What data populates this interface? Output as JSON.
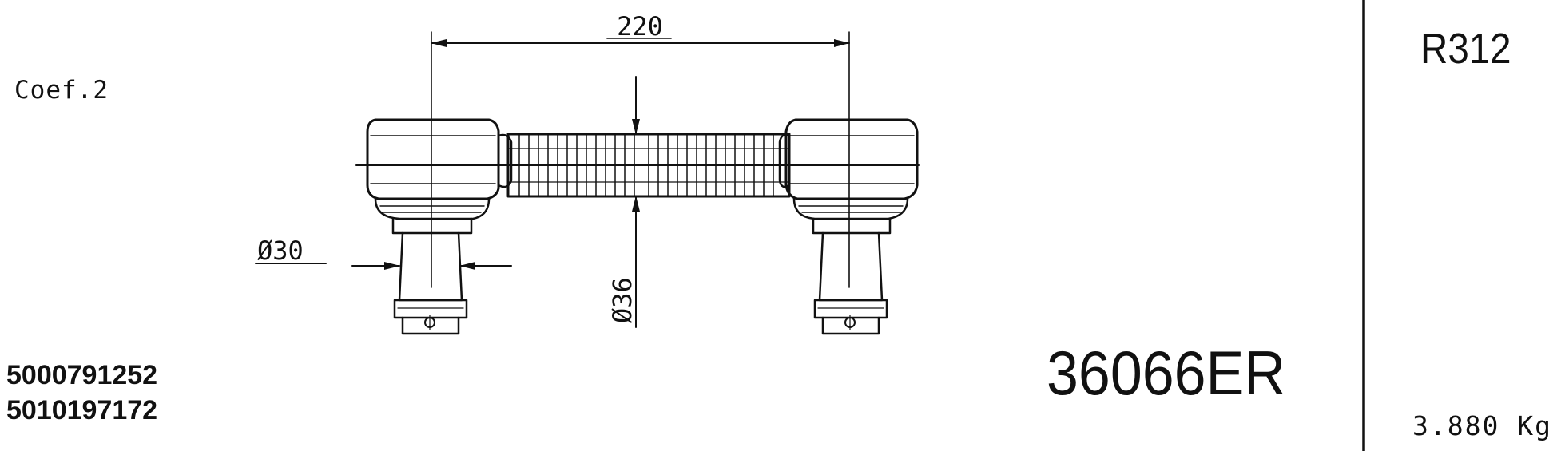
{
  "drawing": {
    "coefficient": "Coef.2",
    "references": [
      "5000791252",
      "5010197172"
    ],
    "part_number": "36066ER",
    "series_code": "R312",
    "weight": "3.880 Kg"
  },
  "dimensions": {
    "length": "220",
    "pin_diameter": "Ø30",
    "tube_diameter": "Ø36"
  },
  "style": {
    "line_color": "#111111",
    "background": "#ffffff"
  }
}
